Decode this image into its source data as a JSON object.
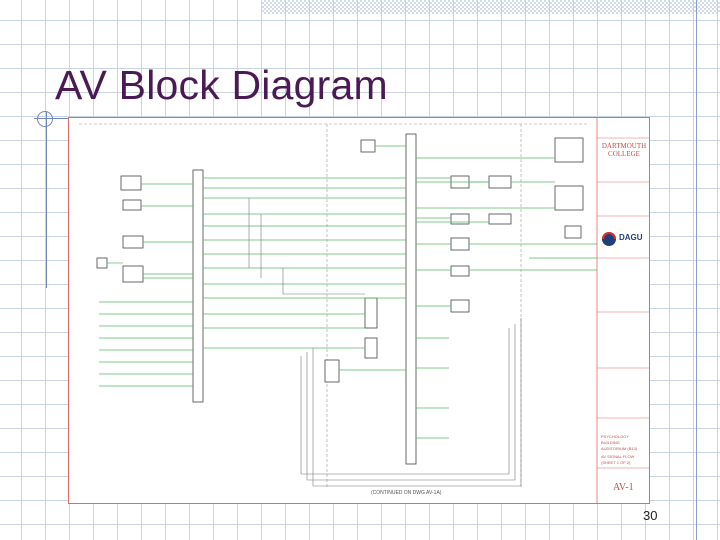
{
  "slide": {
    "title": "AV Block Diagram",
    "page_number": "30"
  },
  "drawing": {
    "title_block": {
      "institution": "DARTMOUTH COLLEGE",
      "consultant_logo": "DAGU",
      "project_lines": [
        "PSYCHOLOGY",
        "BUILDING",
        "AUDITORIUM (B13)"
      ],
      "sheet_title_lines": [
        "AV SIGNAL FLOW",
        "(SHEET 1 OF 2)"
      ],
      "sheet_number": "AV-1"
    },
    "continuation_note": "(CONTINUED ON DWG AV-1A)"
  },
  "colors": {
    "title": "#4a1a55",
    "border": "#e26a6a",
    "wiring": "#5ab86a",
    "linework": "#444444"
  }
}
